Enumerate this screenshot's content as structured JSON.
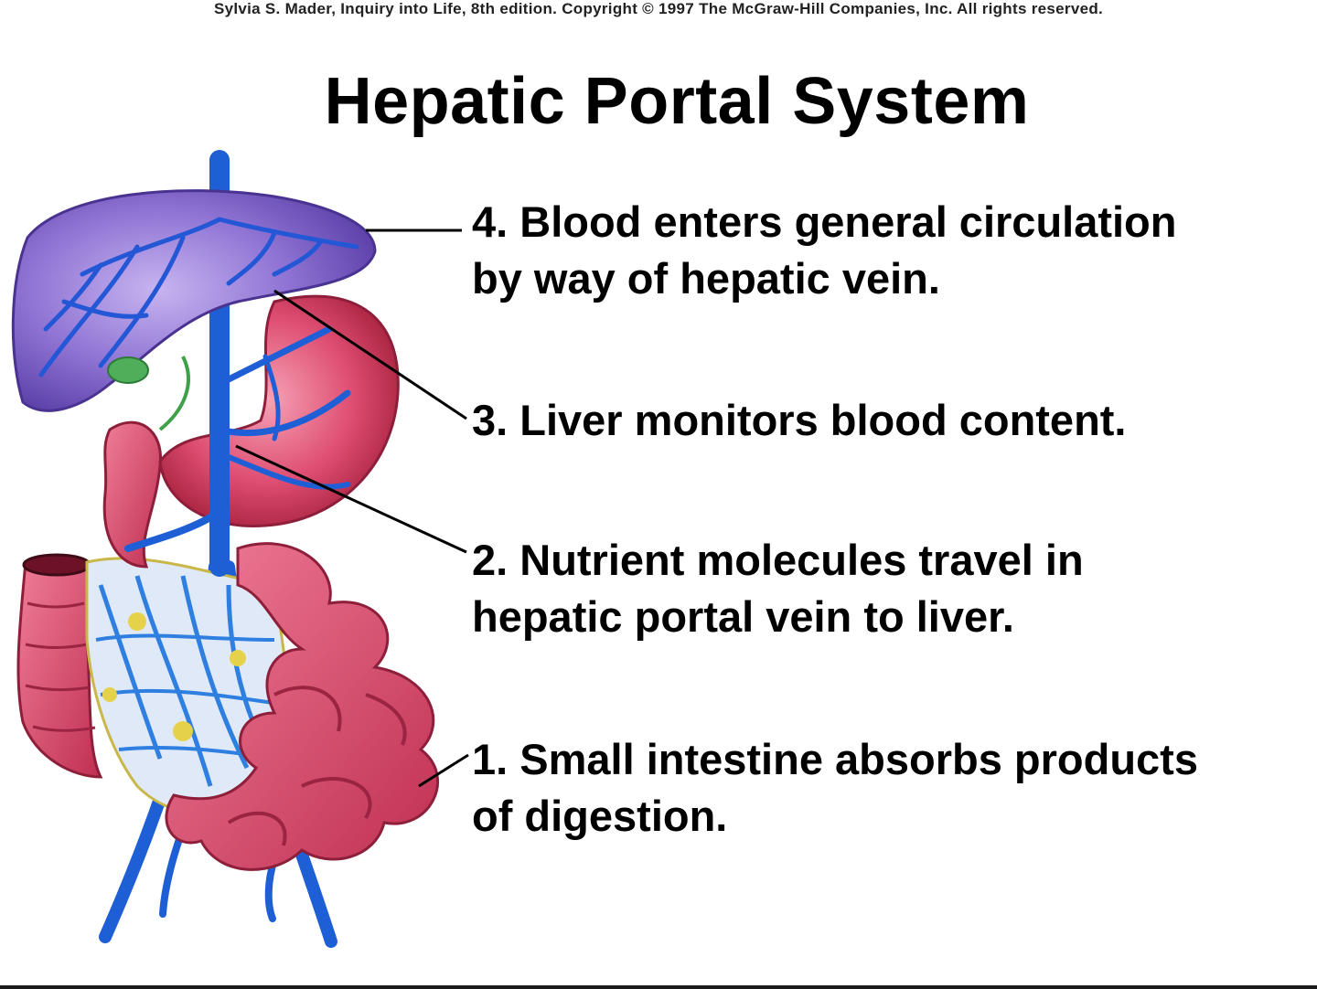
{
  "copyright": "Sylvia S. Mader, Inquiry into Life, 8th edition. Copyright © 1997 The McGraw-Hill Companies, Inc. All rights reserved.",
  "title": "Hepatic Portal System",
  "steps": {
    "step4": {
      "line1": "4. Blood enters general circulation",
      "line2": "by way of hepatic vein."
    },
    "step3": {
      "line1": "3. Liver monitors blood content."
    },
    "step2": {
      "line1": "2. Nutrient molecules travel in",
      "line2": "hepatic portal vein to liver."
    },
    "step1": {
      "line1": "1. Small intestine absorbs products",
      "line2": "of digestion."
    }
  },
  "colors": {
    "liver": "#7a5fc4",
    "vein": "#1f5fd6",
    "organ": "#d8466a",
    "mesentery": "#e6d24a"
  }
}
